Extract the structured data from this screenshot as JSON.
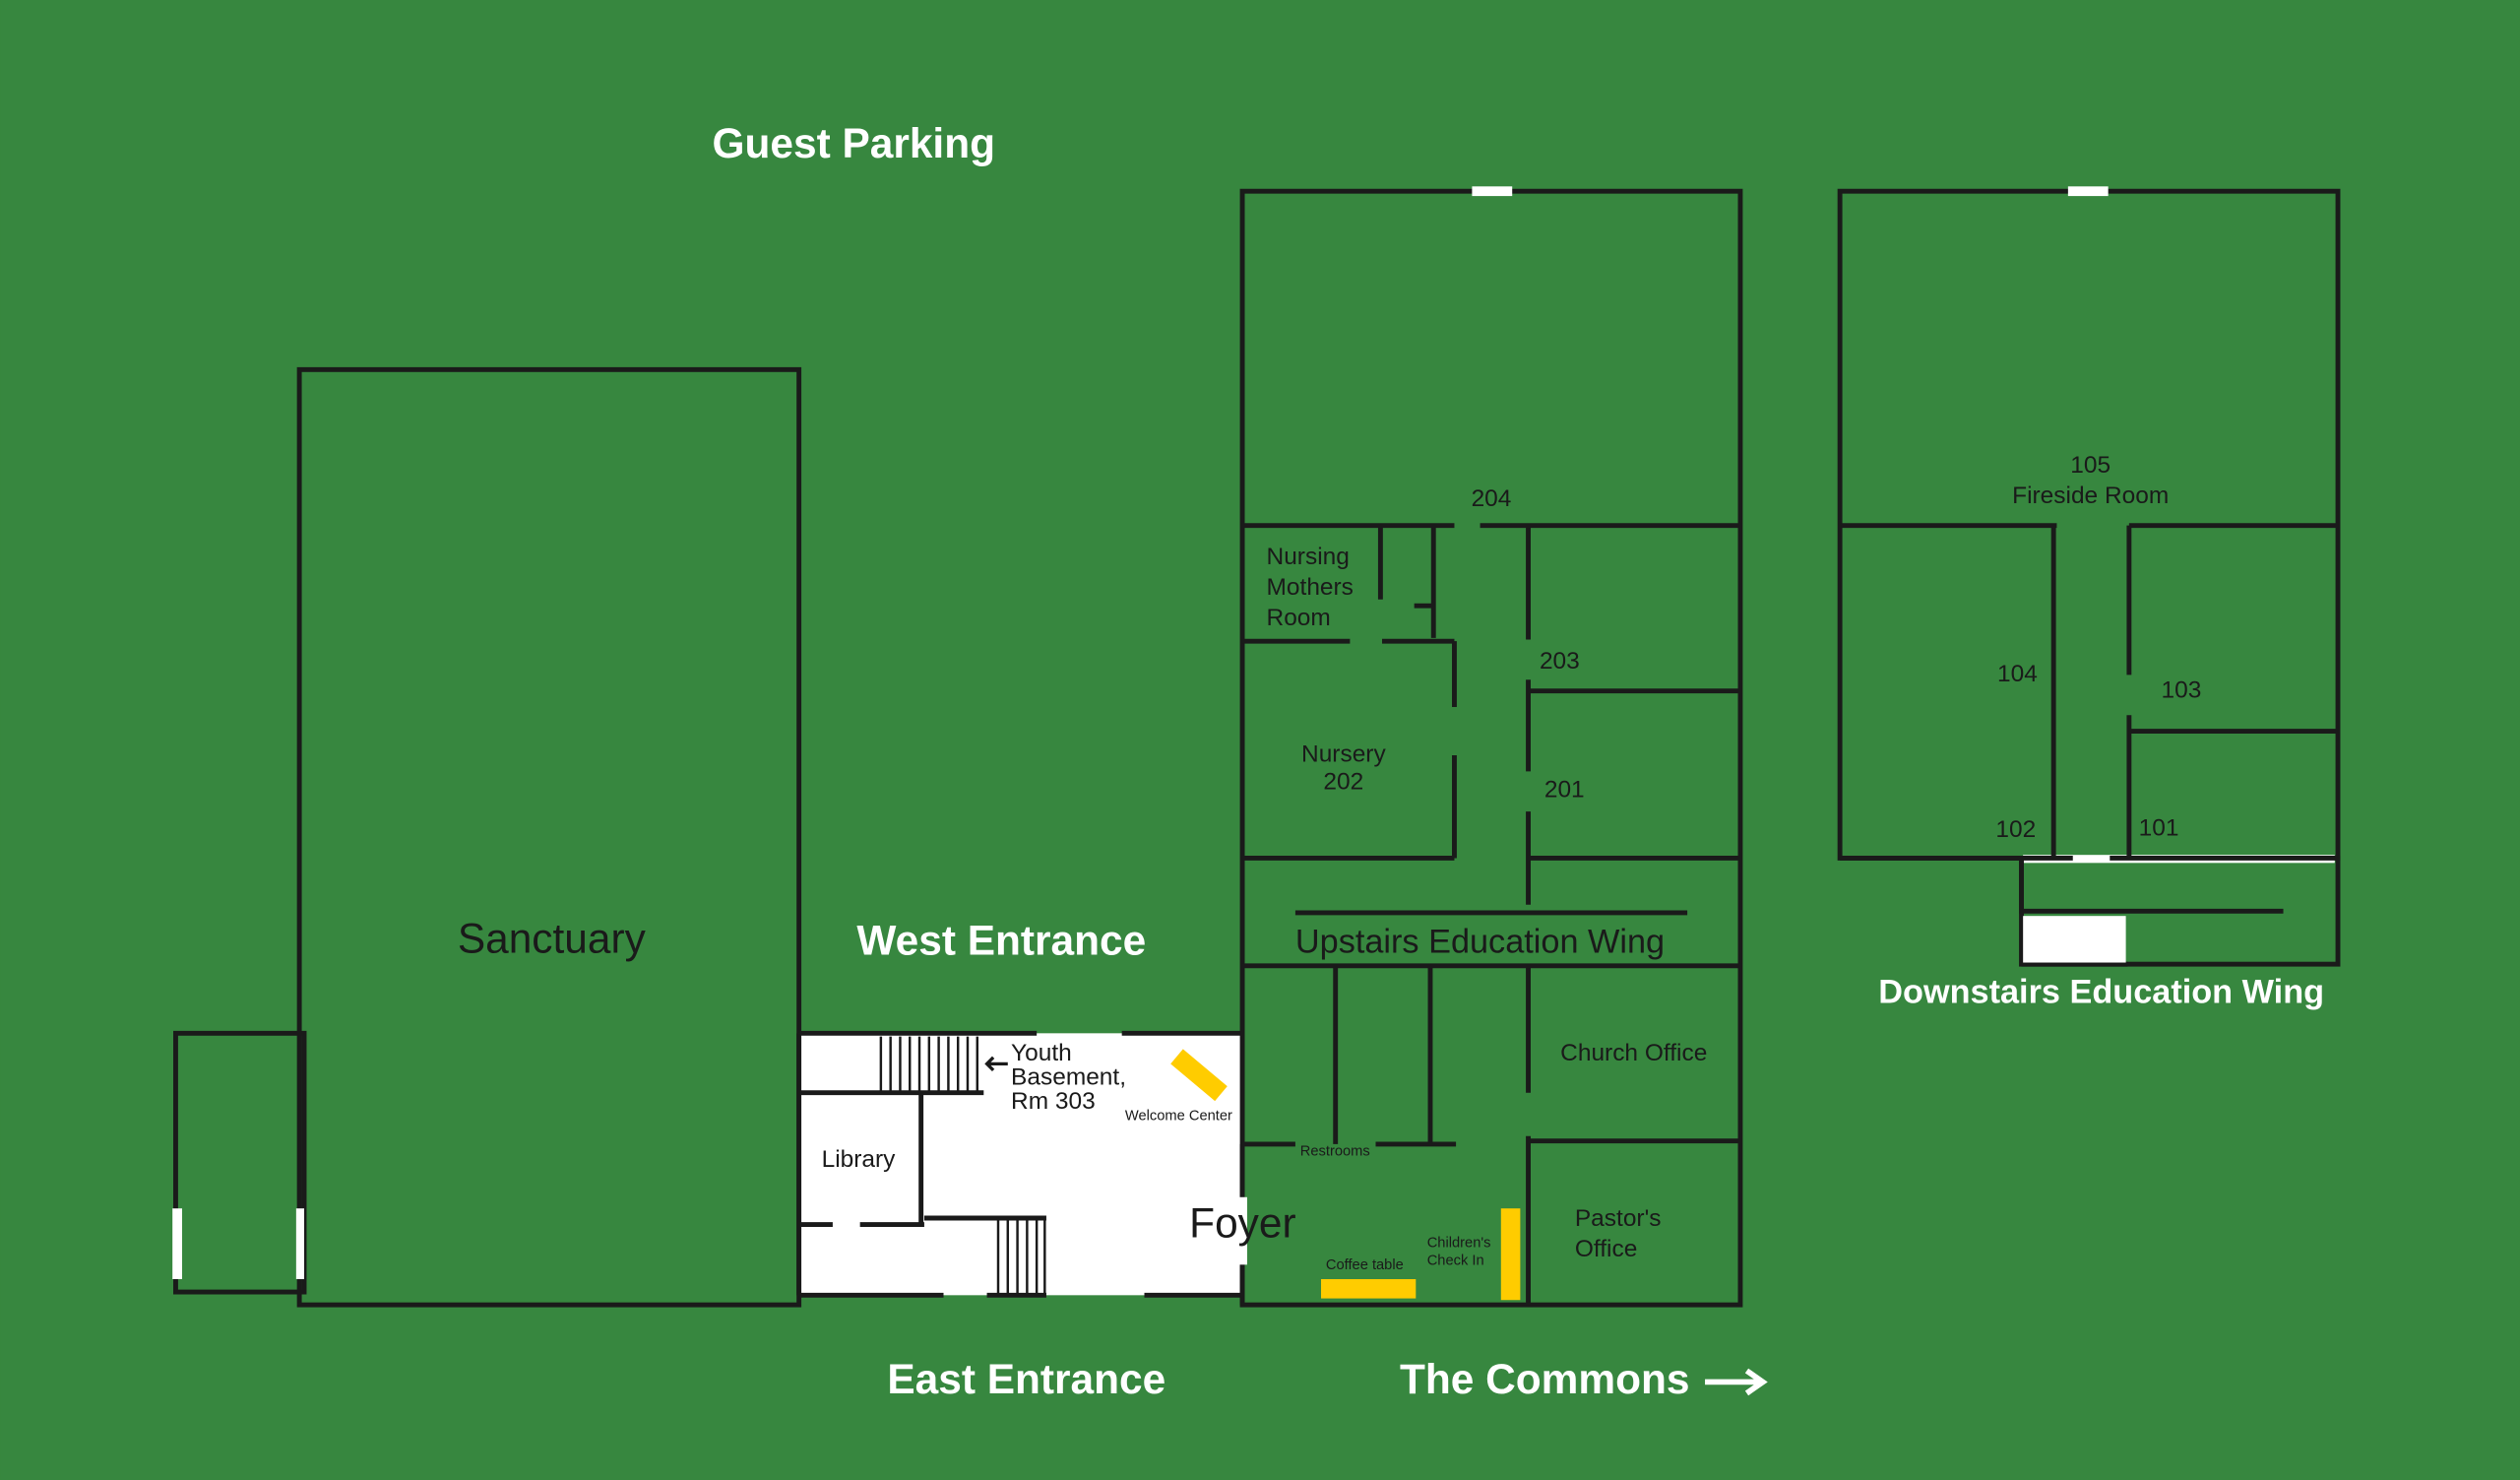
{
  "colors": {
    "background": "#37873f",
    "furniture": "#ffcc00",
    "wall": "#1a1a1a"
  },
  "exterior_labels": {
    "guest_parking": "Guest Parking",
    "west_entrance": "West Entrance",
    "east_entrance": "East Entrance",
    "the_commons": "The Commons",
    "downstairs_wing": "Downstairs Education Wing"
  },
  "rooms": {
    "sanctuary": "Sanctuary",
    "library": "Library",
    "youth": [
      "Youth",
      "Basement,",
      "Rm 303"
    ],
    "welcome_center": "Welcome Center",
    "foyer": "Foyer",
    "restrooms": "Restrooms",
    "coffee_table": "Coffee table",
    "childrens_checkin": [
      "Children's",
      "Check In"
    ],
    "church_office": "Church Office",
    "pastors_office": [
      "Pastor's",
      "Office"
    ],
    "upstairs_wing": "Upstairs Education Wing",
    "nursing": [
      "Nursing",
      "Mothers",
      "Room"
    ],
    "nursery": [
      "Nursery",
      "202"
    ],
    "r204": "204",
    "r203": "203",
    "r201": "201",
    "r105": [
      "105",
      "Fireside Room"
    ],
    "r104": "104",
    "r103": "103",
    "r102": "102",
    "r101": "101"
  }
}
